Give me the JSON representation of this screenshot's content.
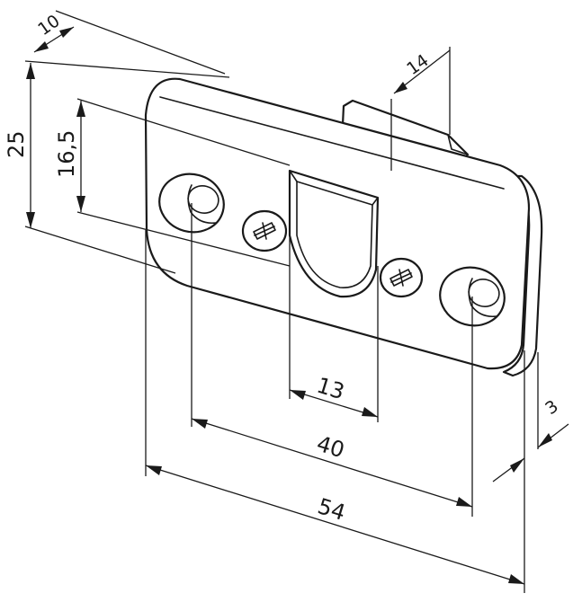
{
  "dimensions": {
    "length_total": "54",
    "hole_spacing": "40",
    "slot_width": "13",
    "plate_height": "25",
    "slot_height": "16,5",
    "plate_depth": "10",
    "housing_depth": "14",
    "plate_thickness": "3"
  },
  "colors": {
    "line": "#1a1a1a",
    "fill": "#ffffff"
  }
}
